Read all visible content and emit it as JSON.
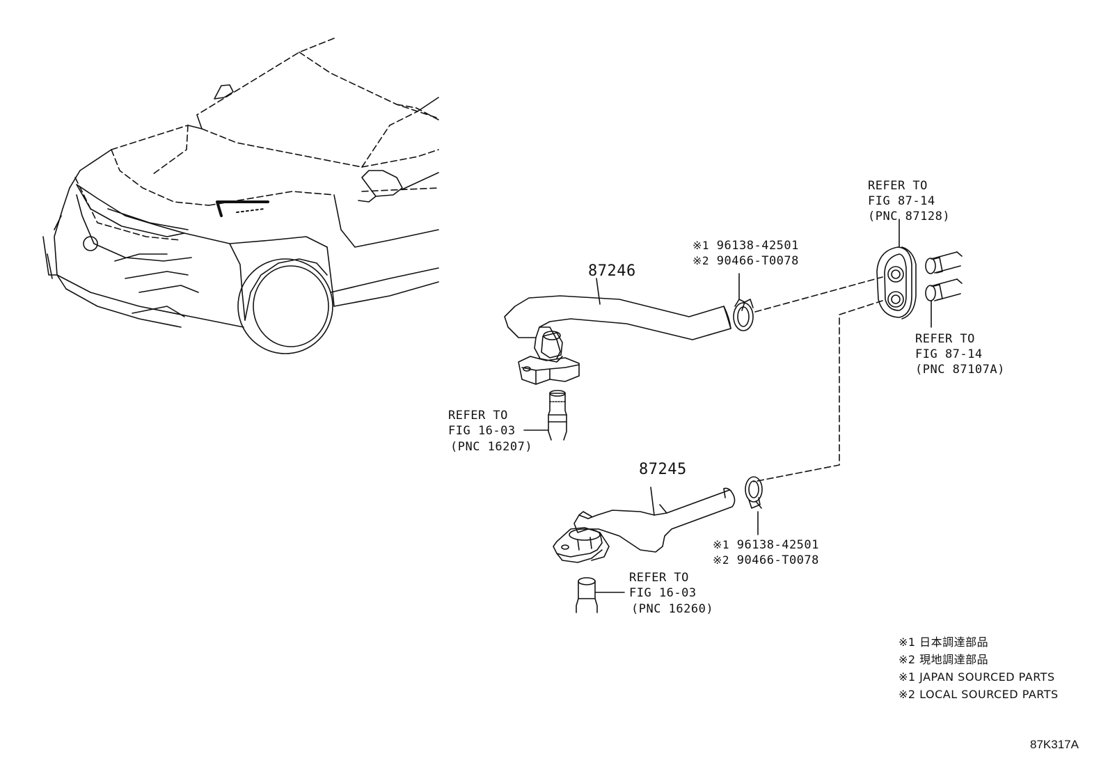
{
  "parts": {
    "hose_upper": "87246",
    "hose_lower": "87245"
  },
  "clamp_upper": {
    "line1_mark": "※1",
    "line1_part": "96138-42501",
    "line2_mark": "※2",
    "line2_part": "90466-T0078"
  },
  "clamp_lower": {
    "line1_mark": "※1",
    "line1_part": "96138-42501",
    "line2_mark": "※2",
    "line2_part": "90466-T0078"
  },
  "refs": {
    "pnc_87128": [
      "REFER TO",
      "FIG 87-14",
      "(PNC 87128)"
    ],
    "pnc_87107a": [
      "REFER TO",
      "FIG 87-14",
      "(PNC 87107A)"
    ],
    "pnc_16207": [
      "REFER TO",
      "FIG 16-03",
      "(PNC 16207)"
    ],
    "pnc_16260": [
      "REFER TO",
      "FIG 16-03",
      "(PNC 16260)"
    ]
  },
  "legend": [
    "※1  日本調達部品",
    "※2  現地調達部品",
    "※1  JAPAN SOURCED PARTS",
    "※2  LOCAL SOURCED PARTS"
  ],
  "figure_code": "87K317A",
  "colors": {
    "line": "#111111",
    "background": "#ffffff"
  }
}
